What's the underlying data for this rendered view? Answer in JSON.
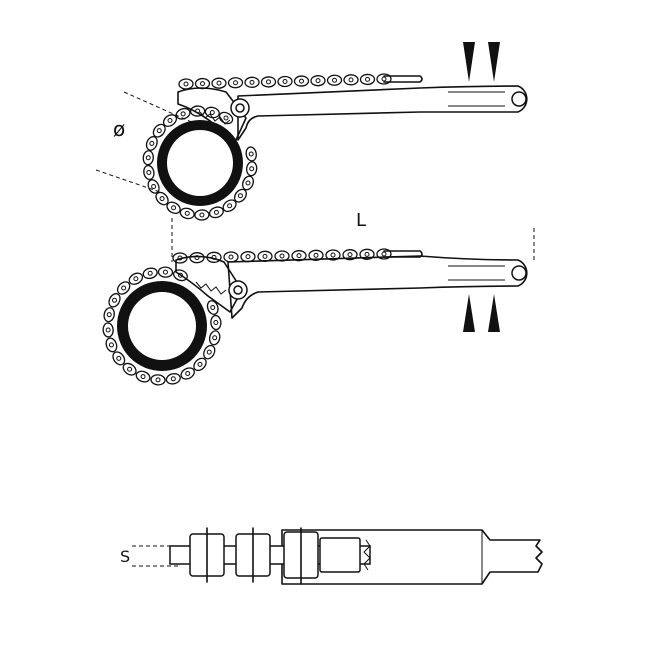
{
  "labels": {
    "diameter": "ø",
    "length": "L",
    "thickness": "S"
  }
}
